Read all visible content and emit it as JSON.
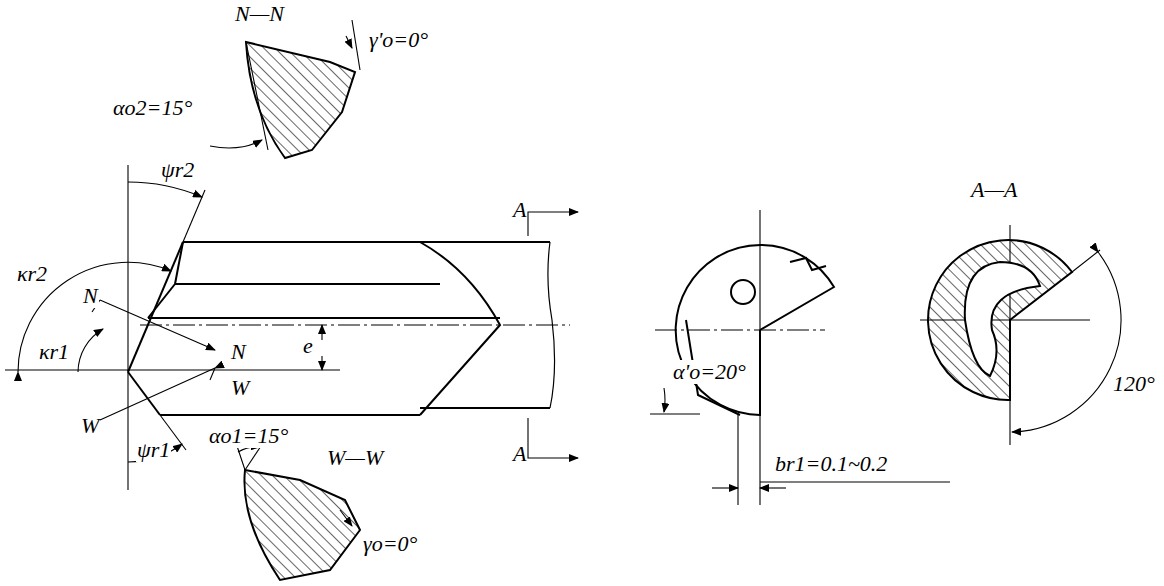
{
  "diagram": {
    "labels": [
      "N—N",
      "γ'o=0°",
      "αo2=15°",
      "ψr2",
      "κr2",
      "N",
      "κr1",
      "N",
      "e",
      "W",
      "W",
      "ψr1",
      "αo1=15°",
      "W—W",
      "γo=0°",
      "A",
      "A",
      "α'o=20°",
      "br1=0.1~0.2",
      "A—A",
      "120°"
    ]
  }
}
